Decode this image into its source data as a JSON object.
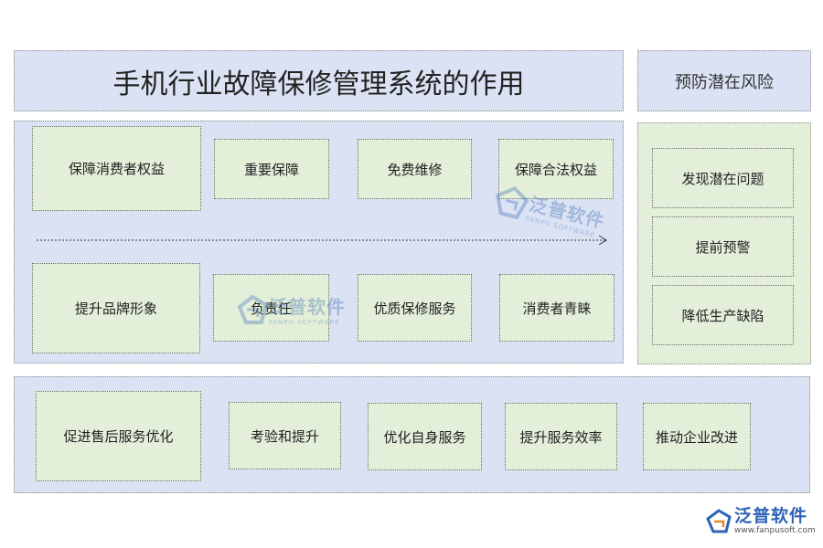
{
  "header": {
    "title": "手机行业故障保修管理系统的作用",
    "side_title": "预防潜在风险"
  },
  "main_panel": {
    "top_row": [
      "保障消费者权益",
      "重要保障",
      "免费维修",
      "保障合法权益"
    ],
    "bottom_row": [
      "提升品牌形象",
      "负责任",
      "优质保修服务",
      "消费者青睐"
    ]
  },
  "side_panel": {
    "items": [
      "发现潜在问题",
      "提前预警",
      "降低生产缺陷"
    ]
  },
  "bottom_panel": {
    "items": [
      "促进售后服务优化",
      "考验和提升",
      "优化自身服务",
      "提升服务效率",
      "推动企业改进"
    ]
  },
  "watermark": {
    "name": "泛普软件",
    "sub": "FANPU SOFTWARE"
  },
  "logo": {
    "name": "泛普软件",
    "url": "www.fanpusoft.com"
  },
  "colors": {
    "blue_panel": "#dae2f3",
    "green_box": "#e3efd9",
    "brand": "#3d6db5"
  }
}
